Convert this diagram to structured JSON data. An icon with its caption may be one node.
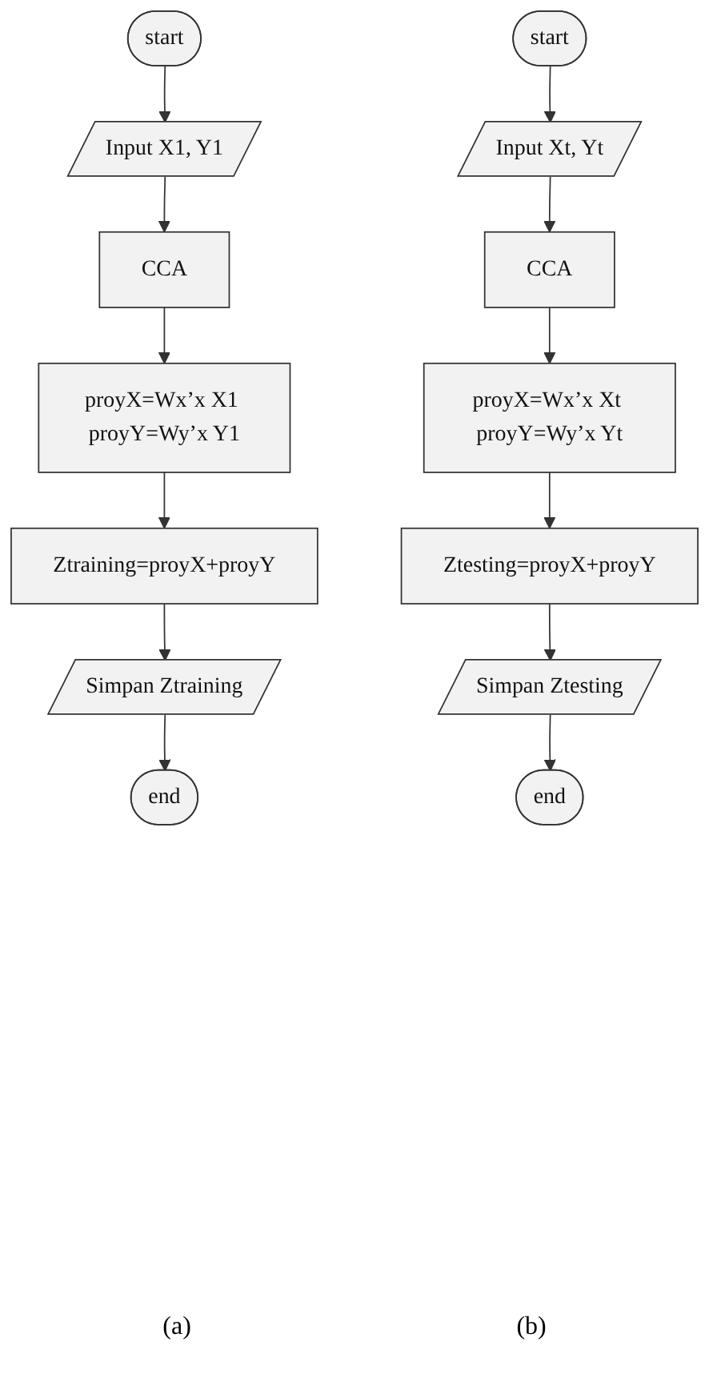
{
  "diagram": {
    "nodes": [
      {
        "text": [
          "start"
        ]
      },
      {
        "text": [
          "Input X1, Y1"
        ]
      },
      {
        "text": [
          "CCA"
        ]
      },
      {
        "text": [
          "proyX=Wx’x X1 proyY=Wy’x Y1"
        ]
      },
      {
        "text": [
          "Ztraining=proyX+proyY"
        ]
      },
      {
        "text": [
          "Simpan Ztraining"
        ]
      },
      {
        "text": [
          "end"
        ]
      },
      {
        "text": [
          "start"
        ]
      },
      {
        "text": [
          "Input Xt, Yt"
        ]
      },
      {
        "text": [
          "CCA"
        ]
      },
      {
        "text": [
          "proyX=Wx’x Xt proyY=Wy’x Yt"
        ]
      },
      {
        "text": [
          "Ztesting=proyX+proyY"
        ]
      },
      {
        "text": [
          "Simpan Ztesting"
        ]
      },
      {
        "text": [
          "end"
        ]
      }
    ],
    "edges": [
      {
        "from": 0,
        "to": 1,
        "arrow": "to"
      },
      {
        "from": 1,
        "to": 2,
        "arrow": "to"
      },
      {
        "from": 2,
        "to": 3,
        "arrow": "to"
      },
      {
        "from": 3,
        "to": 4,
        "arrow": "to"
      },
      {
        "from": 4,
        "to": 5,
        "arrow": "to"
      },
      {
        "from": 5,
        "to": 6,
        "arrow": "to"
      },
      {
        "from": 7,
        "to": 8,
        "arrow": "to"
      },
      {
        "from": 8,
        "to": 9,
        "arrow": "to"
      },
      {
        "from": 9,
        "to": 10,
        "arrow": "to"
      },
      {
        "from": 10,
        "to": 11,
        "arrow": "to"
      },
      {
        "from": 11,
        "to": 12,
        "arrow": "to"
      },
      {
        "from": 12,
        "to": 13,
        "arrow": "to"
      }
    ],
    "labels": [
      "(a)",
      "(b)"
    ]
  }
}
